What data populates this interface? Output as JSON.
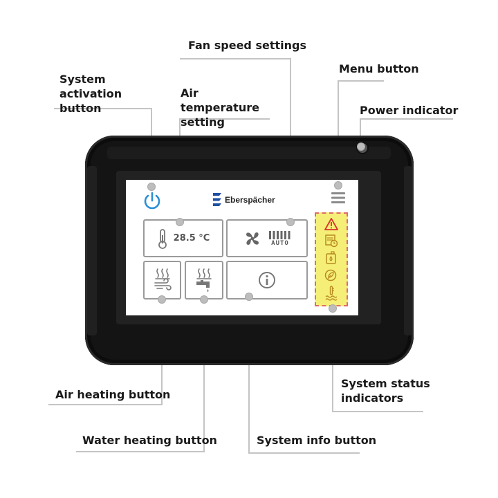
{
  "callouts": {
    "system_activation": "System activation button",
    "fan_speed": "Fan speed settings",
    "menu": "Menu button",
    "air_temperature": "Air temperature setting",
    "power_indicator": "Power indicator",
    "air_heating": "Air heating button",
    "water_heating": "Water heating button",
    "system_info": "System info button",
    "system_status": "System status indicators"
  },
  "screen": {
    "brand": "Eberspächer",
    "temperature": "28.5 °C",
    "fan_mode": "AUTO"
  },
  "icons": {
    "power": "power-icon",
    "menu": "hamburger-menu-icon",
    "thermometer": "thermometer-icon",
    "fan": "fan-icon",
    "air_heat": "air-heating-icon",
    "water_heat": "water-heating-icon",
    "info": "info-icon",
    "status": [
      "warning-icon",
      "schedule-icon",
      "fuel-icon",
      "eco-icon",
      "coolant-temperature-icon"
    ]
  },
  "colors": {
    "power_icon": "#2a8fd6",
    "status_panel": "#f5ef78",
    "status_border": "#e06a6a",
    "warning": "#d9342b",
    "device_body": "#141414"
  }
}
